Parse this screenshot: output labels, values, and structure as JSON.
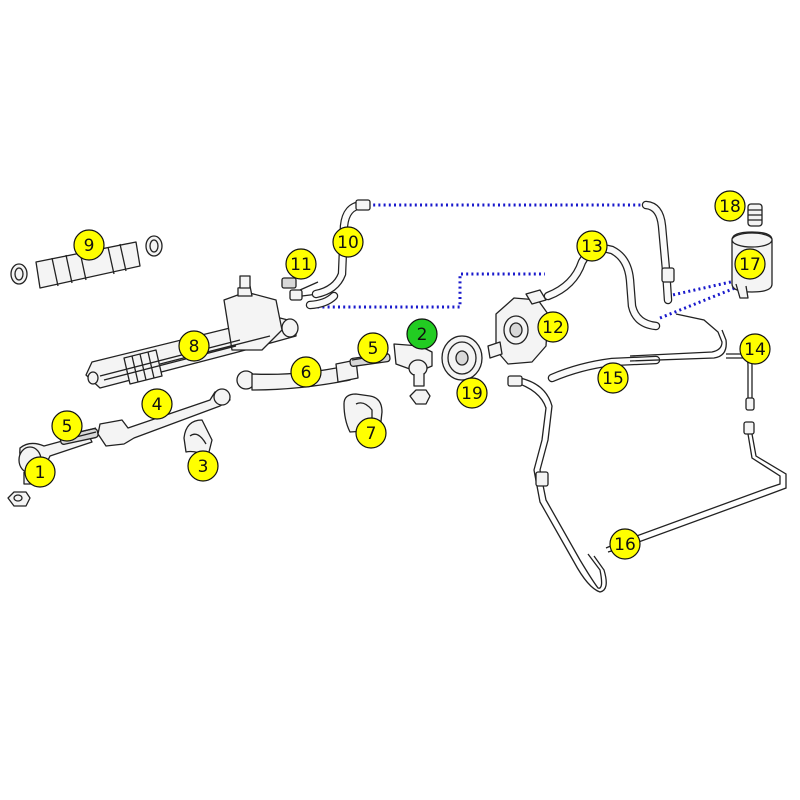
{
  "colors": {
    "callout_default": "#ffff00",
    "callout_selected": "#22cc22",
    "dotted_link": "#1a1acc"
  },
  "callouts": [
    {
      "label": "1",
      "selected": false
    },
    {
      "label": "2",
      "selected": true
    },
    {
      "label": "3",
      "selected": false
    },
    {
      "label": "4",
      "selected": false
    },
    {
      "label": "5",
      "selected": false
    },
    {
      "label": "5",
      "selected": false
    },
    {
      "label": "6",
      "selected": false
    },
    {
      "label": "7",
      "selected": false
    },
    {
      "label": "8",
      "selected": false
    },
    {
      "label": "9",
      "selected": false
    },
    {
      "label": "10",
      "selected": false
    },
    {
      "label": "11",
      "selected": false
    },
    {
      "label": "12",
      "selected": false
    },
    {
      "label": "13",
      "selected": false
    },
    {
      "label": "14",
      "selected": false
    },
    {
      "label": "15",
      "selected": false
    },
    {
      "label": "16",
      "selected": false
    },
    {
      "label": "17",
      "selected": false
    },
    {
      "label": "18",
      "selected": false
    },
    {
      "label": "19",
      "selected": false
    }
  ]
}
